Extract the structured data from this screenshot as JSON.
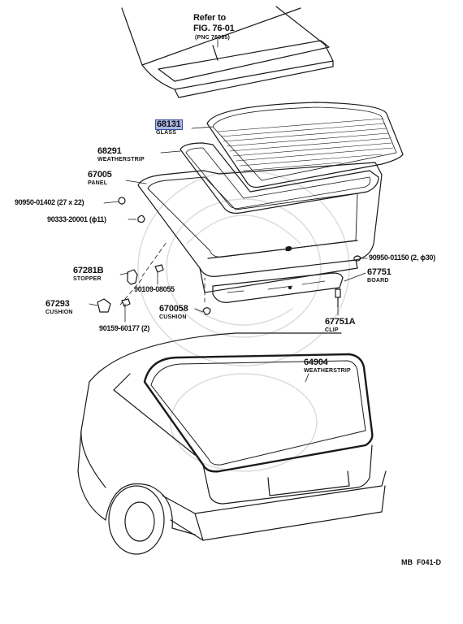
{
  "reference": {
    "line1": "Refer to",
    "line2": "FIG. 76-01",
    "line3": "(PNC 76085)"
  },
  "parts": [
    {
      "id": "p68131",
      "number": "68131",
      "name": "GLASS",
      "highlighted": true
    },
    {
      "id": "p68291",
      "number": "68291",
      "name": "WEATHERSTRIP"
    },
    {
      "id": "p67005",
      "number": "67005",
      "name": "PANEL"
    },
    {
      "id": "p90950a",
      "number": "90950-01402 (27 x 22)",
      "name": ""
    },
    {
      "id": "p90333",
      "number": "90333-20001 (ϕ11)",
      "name": ""
    },
    {
      "id": "p67281b",
      "number": "67281B",
      "name": "STOPPER"
    },
    {
      "id": "p90109",
      "number": "90109-08055",
      "name": ""
    },
    {
      "id": "p67293",
      "number": "67293",
      "name": "CUSHION"
    },
    {
      "id": "p90159",
      "number": "90159-60177 (2)",
      "name": ""
    },
    {
      "id": "p670058",
      "number": "670058",
      "name": "CUSHION"
    },
    {
      "id": "p90950b",
      "number": "90950-01150 (2, ϕ30)",
      "name": ""
    },
    {
      "id": "p67751",
      "number": "67751",
      "name": "BOARD"
    },
    {
      "id": "p67751a",
      "number": "67751A",
      "name": "CLIP"
    },
    {
      "id": "p64904",
      "number": "64904",
      "name": "WEATHERSTRIP"
    }
  ],
  "figure_code": "MB  F041-D",
  "colors": {
    "line": "#1a1a1a",
    "highlight": "#a9b8e6",
    "watermark": "#dcdcdc"
  }
}
